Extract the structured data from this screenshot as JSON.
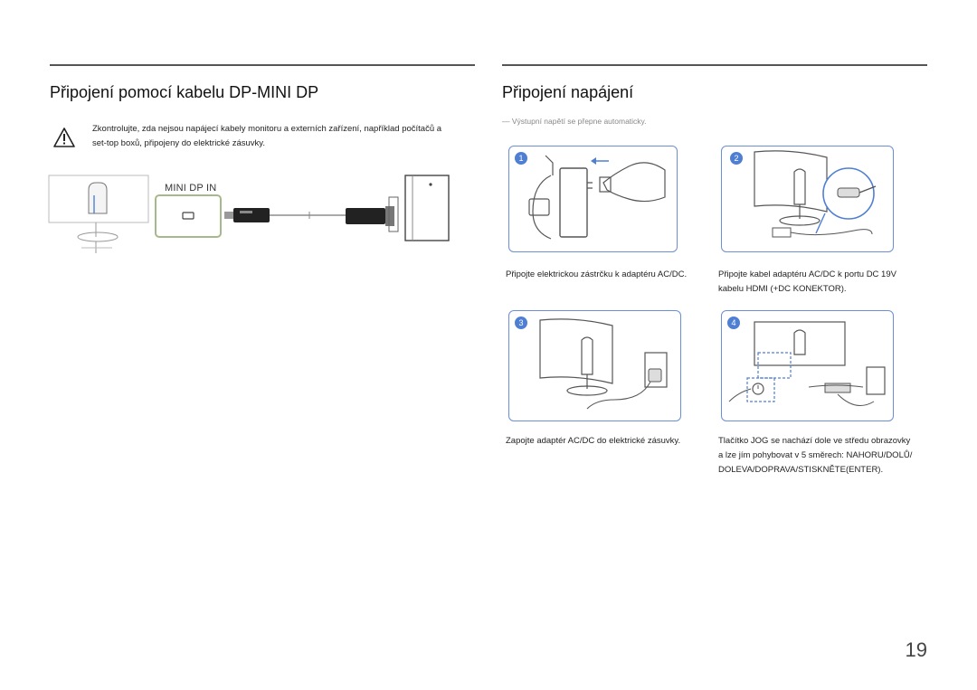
{
  "left": {
    "title": "Připojení pomocí kabelu DP-MINI DP",
    "warning_line1": "Zkontrolujte, zda nejsou napájecí kabely monitoru a externích zařízení, například počítačů a",
    "warning_line2": "set-top boxů, připojeny do elektrické zásuvky.",
    "port_label": "MINI DP IN"
  },
  "right": {
    "title": "Připojení napájení",
    "note": "―  Výstupní napětí se přepne automaticky.",
    "steps": [
      {
        "number": "1",
        "caption_lines": [
          "Připojte elektrickou zástrčku k adaptéru AC/DC."
        ]
      },
      {
        "number": "2",
        "caption_lines": [
          "Připojte kabel adaptéru AC/DC k portu DC 19V",
          "kabelu HDMI (+DC KONEKTOR)."
        ]
      },
      {
        "number": "3",
        "caption_lines": [
          "Zapojte adaptér AC/DC do elektrické zásuvky."
        ]
      },
      {
        "number": "4",
        "caption_lines": [
          "Tlačítko JOG se nachází dole ve středu obrazovky",
          "a lze jím pohybovat v 5 směrech: NAHORU/DOLŮ/",
          "DOLEVA/DOPRAVA/STISKNĚTE(ENTER)."
        ]
      }
    ]
  },
  "page_number": "19",
  "colors": {
    "accent": "#4f7fd3",
    "panel_border": "#6b8fd6",
    "port_border": "#a7b98a"
  },
  "icons": [
    "warning-icon"
  ]
}
